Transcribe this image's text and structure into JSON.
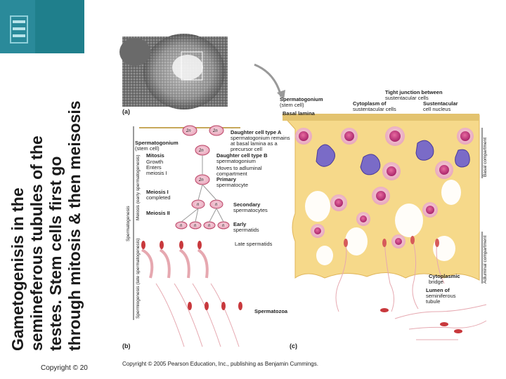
{
  "slide": {
    "title_lines": [
      "Gametogenisis in the",
      "semineferous tubules of the",
      "testes. Stem cells first go",
      "through mitosis & then meisosis"
    ],
    "copyright_left": "Copyright © 20",
    "copyright_bottom": "Copyright © 2005 Pearson Education, Inc., publishing as Benjamin Cummings."
  },
  "figure": {
    "panel_a": "(a)",
    "panel_b": "(b)",
    "panel_c": "(c)",
    "cell_2n": "2n",
    "cell_n": "n",
    "labels_b": {
      "daughter_a_1": "Daughter cell type A",
      "daughter_a_2": "spermatogonium remains",
      "daughter_a_3": "at basal lamina as a",
      "daughter_a_4": "precursor cell",
      "spermatogonium_1": "Spermatogonium",
      "spermatogonium_2": "(stem cell)",
      "mitosis": "Mitosis",
      "growth": "Growth",
      "enters_1": "Enters",
      "enters_2": "meiosis I",
      "daughter_b_1": "Daughter cell type B",
      "daughter_b_2": "spermatogonium",
      "moves_1": "Moves to adluminal",
      "moves_2": "compartment",
      "primary_1": "Primary",
      "primary_2": "spermatocyte",
      "meiosis1_1": "Meiosis I",
      "meiosis1_2": "completed",
      "secondary_1": "Secondary",
      "secondary_2": "spermatocytes",
      "meiosis2": "Meiosis II",
      "early_1": "Early",
      "early_2": "spermatids",
      "late": "Late spermatids",
      "spermatozoa": "Spermatozoa",
      "spermatogenesis": "Spermatogenesis",
      "meiosis_side": "Meiosis (early spermatogenesis)",
      "spermiogenesis_side": "Spermiogenesis (late spermatogenesis)"
    },
    "labels_c": {
      "spermatogonium_1": "Spermatogonium",
      "spermatogonium_2": "(stem cell)",
      "basal_lamina": "Basal lamina",
      "cytoplasm_1": "Cytoplasm of",
      "cytoplasm_2": "sustentacular cells",
      "tight_1": "Tight junction between",
      "tight_2": "sustentacular cells",
      "sust_nucleus_1": "Sustentacular",
      "sust_nucleus_2": "cell nucleus",
      "basal_comp": "Basal compartment",
      "adluminal_comp": "Adluminal compartment",
      "bridge_1": "Cytoplasmic",
      "bridge_2": "bridge",
      "lumen_1": "Lumen of",
      "lumen_2": "seminiferous",
      "lumen_3": "tubule"
    }
  }
}
